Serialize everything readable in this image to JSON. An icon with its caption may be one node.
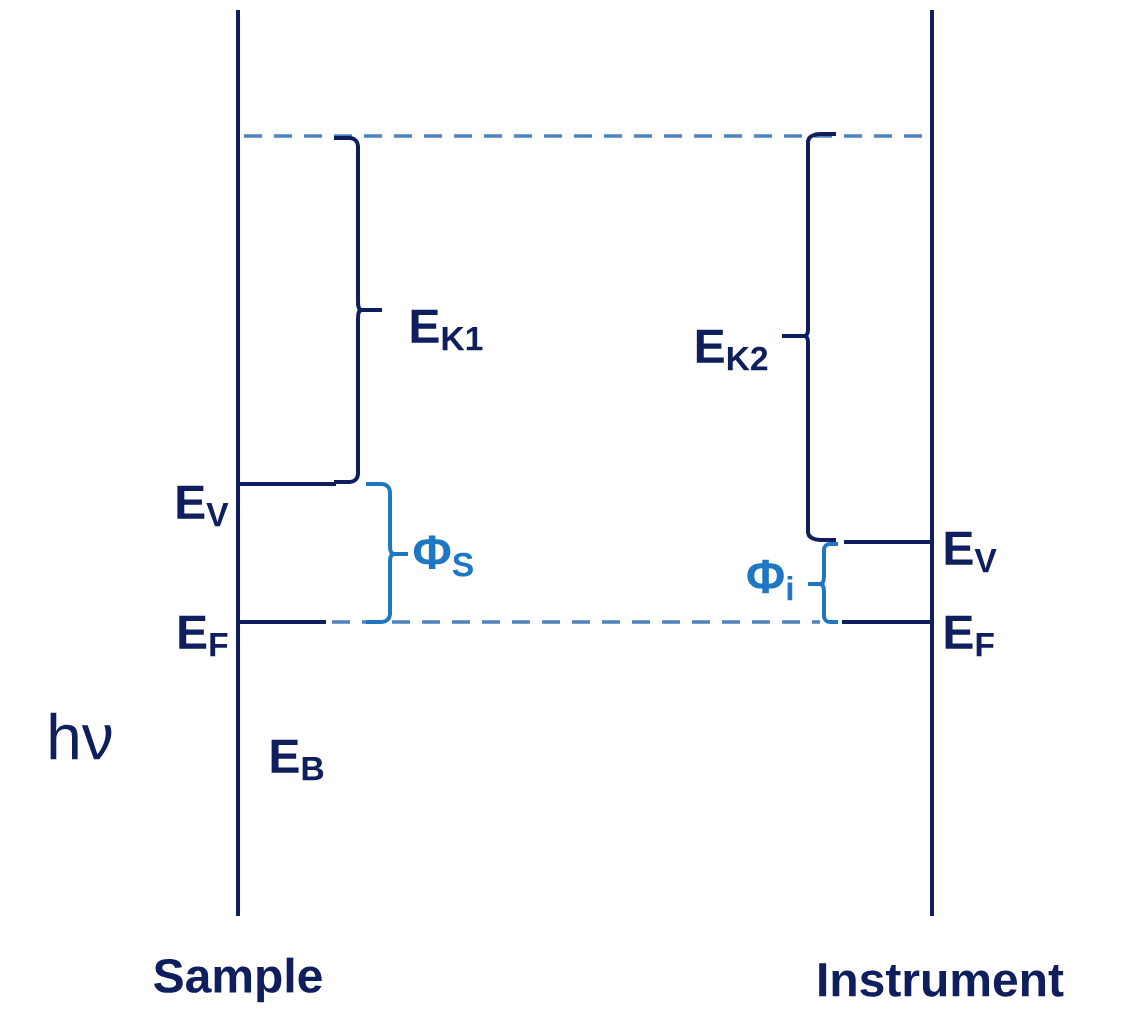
{
  "diagram": {
    "labels": [
      "E$_{K1}$",
      "E$_{K2}$",
      "E$_{V}$",
      "E$_{V}$",
      "Φ$_{S}$",
      "Φ$_{i}$",
      "E$_{F}$",
      "E$_{F}$",
      "hν",
      "E$_{B}$",
      "Sample",
      "Instrument"
    ]
  }
}
